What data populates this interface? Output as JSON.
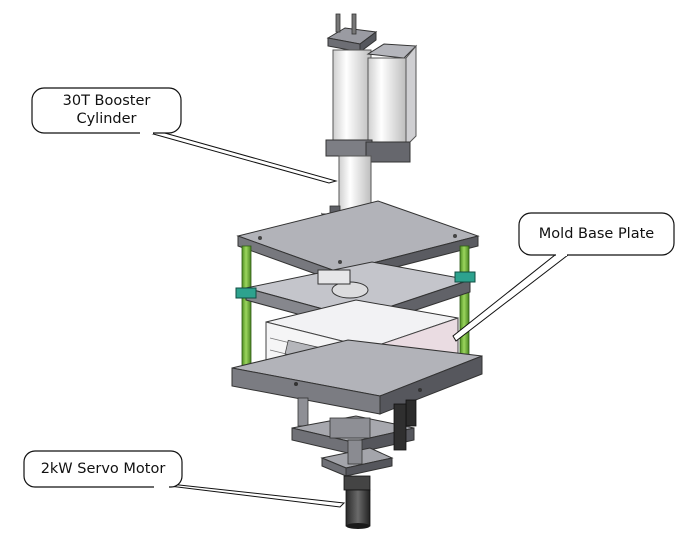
{
  "callouts": {
    "booster_cylinder": {
      "line1": "30T Booster",
      "line2": "Cylinder"
    },
    "mold_base_plate": {
      "label": "Mold Base Plate"
    },
    "servo_motor": {
      "label": "2kW Servo Motor"
    }
  },
  "colors": {
    "background": "#ffffff",
    "machine_gray": "#a9aab0",
    "machine_dark": "#55575d",
    "cylinder_white": "#eeeeee",
    "guide_pillar_green": "#76ba3c",
    "bushing_teal": "#2da28e",
    "mold_plate_pink": "#eadce2",
    "outline": "#333333"
  }
}
